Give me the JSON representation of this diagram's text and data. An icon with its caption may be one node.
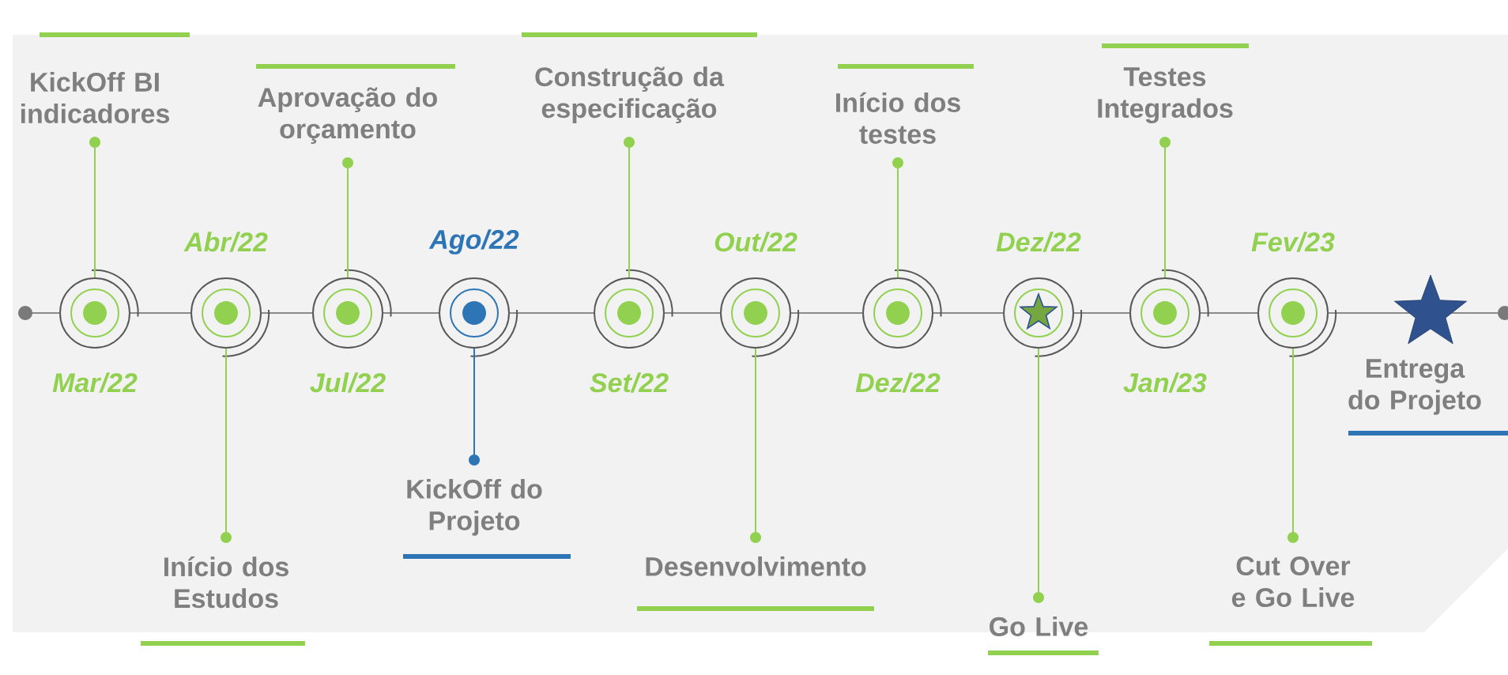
{
  "diagram": {
    "nodes": [
      {
        "text": [],
        "shape": "circle",
        "beside": [
          "Mar/22"
        ]
      },
      {
        "text": [],
        "shape": "circle",
        "beside": [
          "Abr/22"
        ]
      },
      {
        "text": [],
        "shape": "circle",
        "beside": [
          "Jul/22"
        ]
      },
      {
        "text": [],
        "shape": "circle",
        "beside": [
          "Ago/22"
        ]
      },
      {
        "text": [],
        "shape": "circle",
        "beside": [
          "Set/22"
        ]
      },
      {
        "text": [],
        "shape": "circle",
        "beside": [
          "Out/22"
        ]
      },
      {
        "text": [],
        "shape": "circle",
        "beside": [
          "Dez/22"
        ]
      },
      {
        "text": [],
        "shape": "circle",
        "beside": [
          "Dez/22"
        ]
      },
      {
        "text": [],
        "shape": "circle",
        "beside": [
          "Jan/23"
        ]
      },
      {
        "text": [],
        "shape": "circle",
        "beside": [
          "Fev/23"
        ]
      },
      {
        "text": [],
        "shape": "star",
        "beside": [
          "Entrega do Projeto"
        ]
      },
      {
        "text": [
          "KickOff BI indicadores"
        ]
      },
      {
        "text": [
          "Aprovação do orçamento"
        ]
      },
      {
        "text": [
          "Construção da especificação"
        ]
      },
      {
        "text": [
          "Início dos testes"
        ]
      },
      {
        "text": [
          "Testes Integrados"
        ]
      },
      {
        "text": [
          "Início dos Estudos"
        ]
      },
      {
        "text": [
          "KickOff do Projeto"
        ]
      },
      {
        "text": [
          "Desenvolvimento"
        ]
      },
      {
        "text": [
          "Go Live"
        ]
      },
      {
        "text": [
          "Cut Over e Go Live"
        ]
      }
    ],
    "edges": [
      {
        "from": 11,
        "to": 0,
        "arrow": "other"
      },
      {
        "from": 16,
        "to": 1,
        "arrow": "other"
      },
      {
        "from": 12,
        "to": 2,
        "arrow": "other"
      },
      {
        "from": 17,
        "to": 3,
        "arrow": "other",
        "color": "#2e75b6"
      },
      {
        "from": 13,
        "to": 4,
        "arrow": "other"
      },
      {
        "from": 18,
        "to": 5,
        "arrow": "other"
      },
      {
        "from": 14,
        "to": 6,
        "arrow": "other"
      },
      {
        "from": 19,
        "to": 7,
        "arrow": "other"
      },
      {
        "from": 15,
        "to": 8,
        "arrow": "other"
      },
      {
        "from": 20,
        "to": 9,
        "arrow": "other"
      }
    ]
  }
}
